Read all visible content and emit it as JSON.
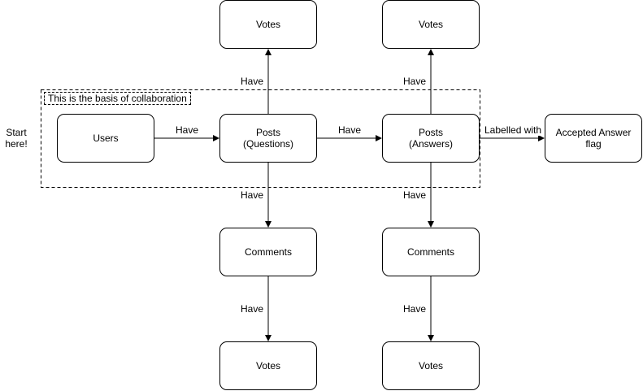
{
  "start_note": "Start\nhere!",
  "group": {
    "title": "This is the basis of collaboration"
  },
  "nodes": {
    "users": "Users",
    "posts_questions": "Posts\n(Questions)",
    "posts_answers": "Posts\n(Answers)",
    "accepted_answer_flag": "Accepted Answer\nflag",
    "votes_questions": "Votes",
    "votes_answers": "Votes",
    "comments_questions": "Comments",
    "comments_answers": "Comments",
    "votes_comments_questions": "Votes",
    "votes_comments_answers": "Votes"
  },
  "edges": {
    "users_to_questions": "Have",
    "questions_to_answers": "Have",
    "answers_to_flag": "Labelled with",
    "questions_to_votes": "Have",
    "answers_to_votes": "Have",
    "questions_to_comments": "Have",
    "answers_to_comments": "Have",
    "qcomments_to_votes": "Have",
    "acomments_to_votes": "Have"
  }
}
